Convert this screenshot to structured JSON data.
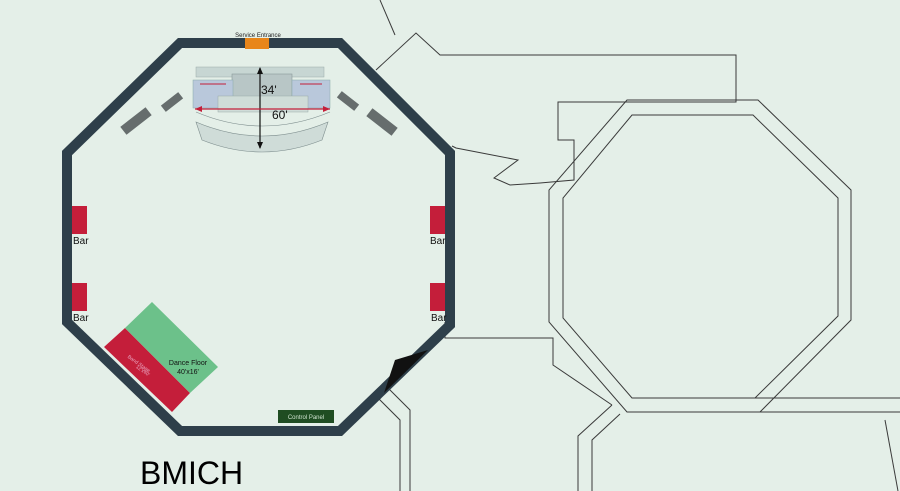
{
  "venue": {
    "title": "BMICH",
    "service_entrance": "Service Entrance",
    "stage": {
      "depth": "34'",
      "width": "60'"
    },
    "bars": [
      "Bar",
      "Bar",
      "Bar",
      "Bar"
    ],
    "dance_floor": {
      "name": "Dance Floor",
      "size": "40'x16'"
    },
    "band_stage": {
      "name": "Band Stage",
      "size": "12'x40'"
    },
    "control_panel": "Control Panel"
  },
  "colors": {
    "background": "#e4efe8",
    "wall": "#2e3f4a",
    "bar": "#c41e3a",
    "dance_floor": "#6cc18a",
    "band_stage": "#c41e3a",
    "service_entrance": "#e8861a",
    "control_panel": "#1f4d22",
    "outline": "#3a3a3a"
  }
}
